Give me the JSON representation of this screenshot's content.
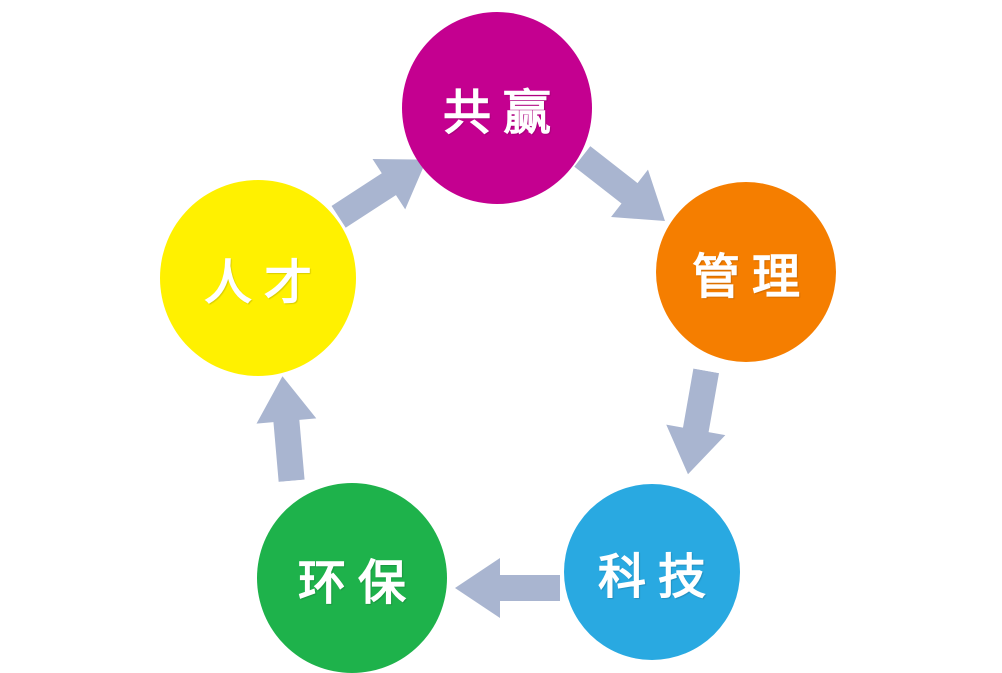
{
  "diagram": {
    "type": "cycle",
    "background": "#ffffff",
    "text_color": "#ffffff",
    "arrow_color": "#A9B5D0",
    "nodes": [
      {
        "id": "win",
        "label": "共赢",
        "color": "#C40090"
      },
      {
        "id": "manage",
        "label": "管理",
        "color": "#F57E00"
      },
      {
        "id": "tech",
        "label": "科技",
        "color": "#29A9E1"
      },
      {
        "id": "env",
        "label": "环保",
        "color": "#1EB24B"
      },
      {
        "id": "talent",
        "label": "人才",
        "color": "#FFF100"
      }
    ],
    "arrows": [
      {
        "from": "人才",
        "to": "共赢"
      },
      {
        "from": "共赢",
        "to": "管理"
      },
      {
        "from": "管理",
        "to": "科技"
      },
      {
        "from": "科技",
        "to": "环保"
      },
      {
        "from": "环保",
        "to": "人才"
      }
    ]
  }
}
